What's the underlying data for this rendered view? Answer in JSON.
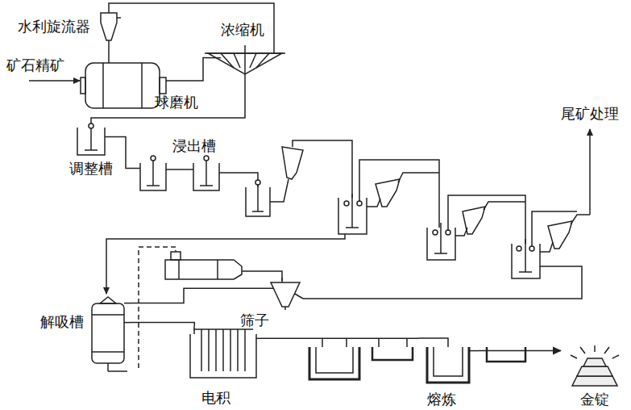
{
  "diagram": {
    "nodes": [
      {
        "text": [
          "水利旋流器"
        ]
      },
      {
        "text": [
          "球磨机"
        ]
      },
      {
        "text": [
          "浓缩机"
        ]
      },
      {
        "text": [
          "调整槽"
        ]
      },
      {
        "text": [
          "浸出槽"
        ]
      },
      {
        "text": [
          "解吸槽"
        ]
      },
      {
        "text": [
          "筛子"
        ]
      },
      {
        "text": [
          "电积"
        ]
      },
      {
        "text": [
          "熔炼"
        ]
      },
      {
        "text": [
          "金锭"
        ]
      }
    ],
    "edges": [
      {
        "from": 0,
        "to": 1,
        "arrow": "none"
      },
      {
        "from": 0,
        "to": 2,
        "arrow": "none"
      },
      {
        "from": 1,
        "to": 2,
        "arrow": "none"
      },
      {
        "from": 2,
        "to": 3,
        "arrow": "none"
      },
      {
        "from": 3,
        "to": 4,
        "arrow": "none"
      },
      {
        "from": 5,
        "to": 6,
        "arrow": "none"
      },
      {
        "from": 5,
        "to": 7,
        "arrow": "none"
      },
      {
        "from": 7,
        "to": 8,
        "arrow": "none"
      },
      {
        "from": 8,
        "to": 9,
        "arrow": "to"
      }
    ],
    "labels": [
      "矿石精矿",
      "尾矿处理"
    ]
  }
}
